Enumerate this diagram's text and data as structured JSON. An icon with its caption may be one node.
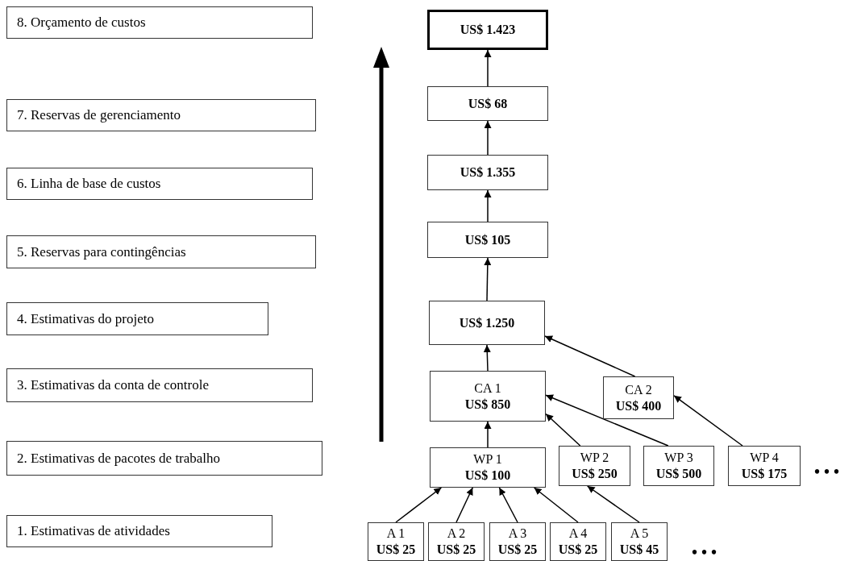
{
  "diagram": {
    "nodes": [
      {
        "text": [
          "8. Orçamento de custos"
        ]
      },
      {
        "text": [
          "7. Reservas de gerenciamento"
        ]
      },
      {
        "text": [
          "6. Linha de base de custos"
        ]
      },
      {
        "text": [
          "5. Reservas para contingências"
        ]
      },
      {
        "text": [
          "4. Estimativas do projeto"
        ]
      },
      {
        "text": [
          "3. Estimativas da conta de controle"
        ]
      },
      {
        "text": [
          "2. Estimativas de pacotes de trabalho"
        ]
      },
      {
        "text": [
          "1. Estimativas de atividades"
        ]
      },
      {
        "text": [
          "US$ 1.423"
        ]
      },
      {
        "text": [
          "US$ 68"
        ]
      },
      {
        "text": [
          "US$ 1.355"
        ]
      },
      {
        "text": [
          "US$ 105"
        ]
      },
      {
        "text": [
          "US$ 1.250"
        ]
      },
      {
        "text": [
          "CA 1",
          "US$ 850"
        ]
      },
      {
        "text": [
          "CA 2",
          "US$ 400"
        ]
      },
      {
        "text": [
          "WP 1",
          "US$ 100"
        ]
      },
      {
        "text": [
          "WP 2",
          "US$ 250"
        ]
      },
      {
        "text": [
          "WP 3",
          "US$ 500"
        ]
      },
      {
        "text": [
          "WP 4",
          "US$ 175"
        ]
      },
      {
        "text": [
          "A 1",
          "US$ 25"
        ]
      },
      {
        "text": [
          "A 2",
          "US$ 25"
        ]
      },
      {
        "text": [
          "A 3",
          "US$ 25"
        ]
      },
      {
        "text": [
          "A 4",
          "US$ 25"
        ]
      },
      {
        "text": [
          "A 5",
          "US$ 45"
        ]
      }
    ],
    "edges": [
      {
        "from": 9,
        "to": 8,
        "arrow": "to"
      },
      {
        "from": 10,
        "to": 9,
        "arrow": "to"
      },
      {
        "from": 11,
        "to": 10,
        "arrow": "to"
      },
      {
        "from": 12,
        "to": 11,
        "arrow": "to"
      },
      {
        "from": 13,
        "to": 12,
        "arrow": "to"
      },
      {
        "from": 14,
        "to": 12,
        "arrow": "to"
      },
      {
        "from": 15,
        "to": 13,
        "arrow": "to"
      },
      {
        "from": 16,
        "to": 13,
        "arrow": "to"
      },
      {
        "from": 17,
        "to": 13,
        "arrow": "to"
      },
      {
        "from": 18,
        "to": 14,
        "arrow": "to"
      },
      {
        "from": 19,
        "to": 15,
        "arrow": "to"
      },
      {
        "from": 20,
        "to": 15,
        "arrow": "to"
      },
      {
        "from": 21,
        "to": 15,
        "arrow": "to"
      },
      {
        "from": 22,
        "to": 15,
        "arrow": "to"
      },
      {
        "from": 23,
        "to": 16,
        "arrow": "to"
      }
    ],
    "labels": [
      "• • •",
      "• • •"
    ]
  }
}
